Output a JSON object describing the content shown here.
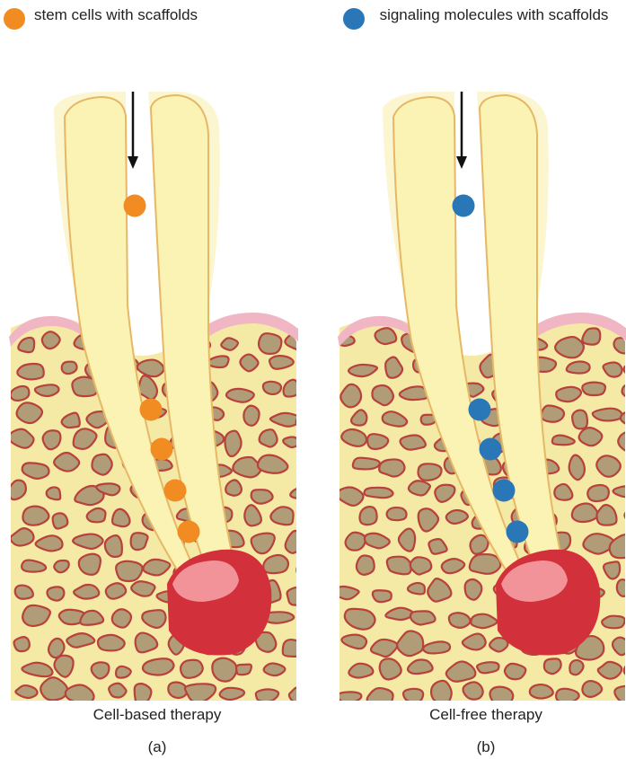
{
  "legend": {
    "cell_based": {
      "label": "stem cells with scaffolds",
      "color": "#f08c22"
    },
    "cell_free": {
      "label": "signaling molecules with scaffolds",
      "color": "#2a77b8"
    }
  },
  "panels": [
    {
      "title": "Cell-based therapy",
      "letter": "(a)",
      "marker_color": "#f08c22"
    },
    {
      "title": "Cell-free therapy",
      "letter": "(b)",
      "marker_color": "#2a77b8"
    }
  ],
  "colors": {
    "bone": "#f5e9a6",
    "bone_trabecula_fill": "#b09d77",
    "bone_trabecula_edge": "#b8413b",
    "gingiva": "#f0b6c4",
    "root": "#faf3b4",
    "root_edge": "#e6b866",
    "crown": "#fbf4c8",
    "lesion": "#d2303a",
    "lesion_inner": "#f2939a"
  }
}
